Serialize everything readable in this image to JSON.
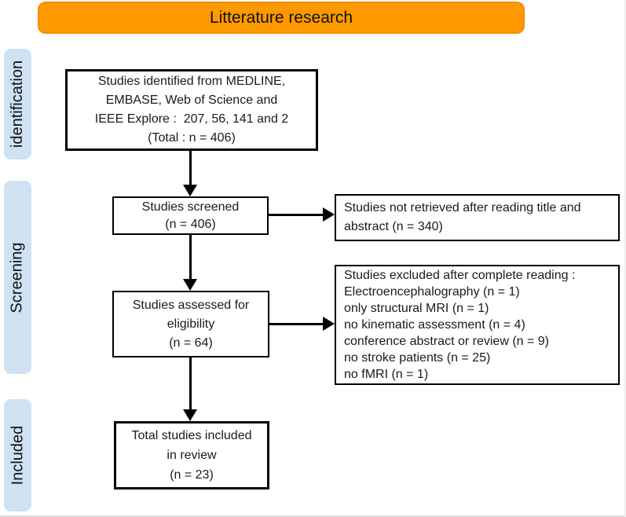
{
  "header": {
    "title": "Litterature research"
  },
  "stages": {
    "identification": "identification",
    "screening": "Screening",
    "included": "Included"
  },
  "boxes": {
    "identified": "Studies identified from MEDLINE,\nEMBASE, Web of Science and\nIEEE Explore :  207, 56, 141 and 2\n(Total : n = 406)",
    "screened": "Studies screened\n(n = 406)",
    "not_retrieved": "Studies not retrieved after reading title and\nabstract (n = 340)",
    "assessed": "Studies assessed for\neligibility\n(n = 64)",
    "excluded": "Studies excluded after complete reading :\nElectroencephalography (n = 1)\nonly structural MRI (n = 1)\nno kinematic assessment (n = 4)\nconference abstract or review (n = 9)\nno stroke patients (n = 25)\nno fMRI (n = 1)",
    "included_total": "Total studies included\nin review\n(n = 23)"
  },
  "counts": {
    "medline": 207,
    "embase": 56,
    "web_of_science": 141,
    "ieee_explore": 2,
    "total_identified": 406,
    "screened": 406,
    "not_retrieved": 340,
    "assessed_eligibility": 64,
    "excluded_electroencephalography": 1,
    "excluded_only_structural_mri": 1,
    "excluded_no_kinematic_assessment": 4,
    "excluded_conference_abstract_or_review": 9,
    "excluded_no_stroke_patients": 25,
    "excluded_no_fmri": 1,
    "included_in_review": 23
  },
  "colors": {
    "header_bg": "#FF9900",
    "stage_bg": "#CFE2F3",
    "box_border": "#000000",
    "box_bg": "#FFFFFF",
    "text": "#111111"
  }
}
